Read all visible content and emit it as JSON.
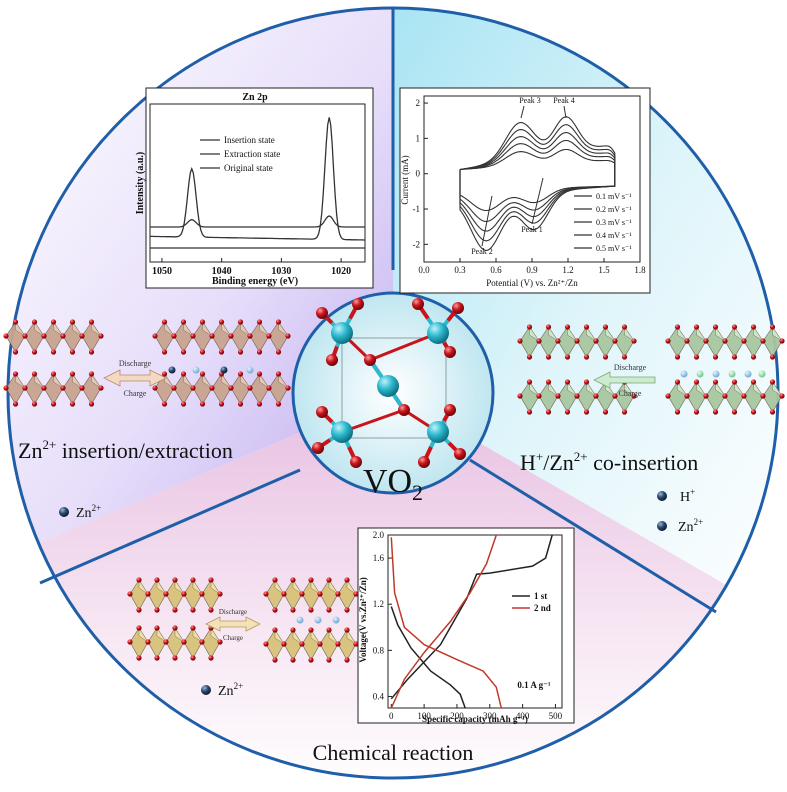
{
  "center": {
    "label": "VO",
    "subscript": "2"
  },
  "sections": {
    "top_left": {
      "title": "Zn2+ insertion/extraction",
      "title_base": "Zn",
      "title_sup": "2+",
      "title_rest": " insertion/extraction",
      "legend": [
        {
          "base": "Zn",
          "sup": "2+"
        }
      ],
      "arrow_top": "Discharge",
      "arrow_bottom": "Charge"
    },
    "right": {
      "title_h": "H",
      "title_h_sup": "+",
      "title_mid": "/Zn",
      "title_zn_sup": "2+",
      "title_rest": " co-insertion",
      "legend": [
        {
          "base": "H",
          "sup": "+"
        },
        {
          "base": "Zn",
          "sup": "2+"
        }
      ],
      "arrow_top": "Discharge",
      "arrow_bottom": "Charge"
    },
    "bottom": {
      "title": "Chemical reaction",
      "legend": [
        {
          "base": "Zn",
          "sup": "2+"
        }
      ],
      "arrow_top": "Discharge",
      "arrow_bottom": "Charge"
    }
  },
  "colors": {
    "top_left_bg": "#c9b9f0",
    "right_bg": "#bfe9f3",
    "bottom_bg": "#efc9e6",
    "border": "#1f5ea8",
    "atom_v": "#2cb9cf",
    "atom_o": "#c8141a"
  },
  "chart_data": [
    {
      "type": "line",
      "title": "Zn 2p",
      "xlabel": "Binding energy (eV)",
      "ylabel": "Intensity (a.u.)",
      "xlim": [
        1052,
        1016
      ],
      "x_ticks": [
        1050,
        1040,
        1030,
        1020
      ],
      "legend": [
        "Insertion state",
        "Extraction state",
        "Original state"
      ],
      "series": [
        {
          "name": "Insertion state",
          "peaks": [
            {
              "x": 1045,
              "y": 0.56
            },
            {
              "x": 1022,
              "y": 1.0
            }
          ]
        },
        {
          "name": "Extraction state",
          "peaks": [
            {
              "x": 1045,
              "y": 0.06
            },
            {
              "x": 1022,
              "y": 0.09
            }
          ]
        },
        {
          "name": "Original state",
          "peaks": []
        }
      ]
    },
    {
      "type": "line",
      "xlabel": "Potential (V) vs. Zn²⁺/Zn",
      "ylabel": "Current (mA)",
      "xlim": [
        0.0,
        1.8
      ],
      "ylim": [
        -2.5,
        2.2
      ],
      "x_ticks": [
        "0.0",
        "0.3",
        "0.6",
        "0.9",
        "1.2",
        "1.5",
        "1.8"
      ],
      "y_ticks": [
        "-2",
        "-1",
        "0",
        "1",
        "2"
      ],
      "legend": [
        "0.1 mV s⁻¹",
        "0.2 mV s⁻¹",
        "0.3 mV s⁻¹",
        "0.4 mV s⁻¹",
        "0.5 mV s⁻¹"
      ],
      "annotations": [
        "Peak 3",
        "Peak 4",
        "Peak 1",
        "Peak 2"
      ],
      "scales": [
        0.38,
        0.55,
        0.7,
        0.85,
        1.0
      ]
    },
    {
      "type": "line",
      "xlabel": "Specific capacity (mAh g⁻¹)",
      "ylabel": "Voltage(V vs.Zn²⁺/Zn)",
      "xlim": [
        -10,
        520
      ],
      "ylim": [
        0.3,
        1.8
      ],
      "x_ticks": [
        "0",
        "100",
        "200",
        "300",
        "400",
        "500"
      ],
      "y_ticks": [
        "0.4",
        "0.8",
        "1.2",
        "1.6",
        "2.0"
      ],
      "annotation": "0.1 A g⁻¹",
      "series": [
        {
          "name": "1 st",
          "color": "#222222",
          "charge": [
            [
              0,
              0.38
            ],
            [
              50,
              0.55
            ],
            [
              150,
              0.85
            ],
            [
              230,
              1.25
            ],
            [
              260,
              1.46
            ],
            [
              300,
              1.47
            ],
            [
              430,
              1.53
            ],
            [
              470,
              1.6
            ],
            [
              490,
              1.8
            ]
          ],
          "discharge": [
            [
              0,
              1.18
            ],
            [
              20,
              1.02
            ],
            [
              60,
              0.82
            ],
            [
              120,
              0.62
            ],
            [
              180,
              0.5
            ],
            [
              210,
              0.42
            ],
            [
              225,
              0.3
            ]
          ]
        },
        {
          "name": "2 nd",
          "color": "#c0392b",
          "charge": [
            [
              0,
              0.3
            ],
            [
              40,
              0.55
            ],
            [
              100,
              0.78
            ],
            [
              180,
              1.05
            ],
            [
              240,
              1.3
            ],
            [
              290,
              1.55
            ],
            [
              320,
              1.8
            ]
          ],
          "discharge": [
            [
              0,
              1.78
            ],
            [
              10,
              1.3
            ],
            [
              40,
              1.0
            ],
            [
              100,
              0.85
            ],
            [
              200,
              0.72
            ],
            [
              280,
              0.62
            ],
            [
              320,
              0.48
            ],
            [
              335,
              0.3
            ]
          ]
        }
      ]
    }
  ]
}
